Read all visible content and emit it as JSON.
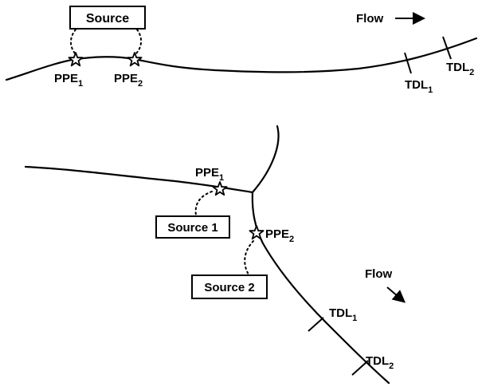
{
  "diagram_top": {
    "source_label": "Source",
    "flow_label": "Flow",
    "flow_arrow": "arrow-right-icon",
    "ppe1": {
      "base": "PPE",
      "sub": "1"
    },
    "ppe2": {
      "base": "PPE",
      "sub": "2"
    },
    "tdl1": {
      "base": "TDL",
      "sub": "1"
    },
    "tdl2": {
      "base": "TDL",
      "sub": "2"
    }
  },
  "diagram_bottom": {
    "source1_label": "Source 1",
    "source2_label": "Source 2",
    "flow_label": "Flow",
    "flow_arrow": "arrow-down-right-icon",
    "ppe1": {
      "base": "PPE",
      "sub": "1"
    },
    "ppe2": {
      "base": "PPE",
      "sub": "2"
    },
    "tdl1": {
      "base": "TDL",
      "sub": "1"
    },
    "tdl2": {
      "base": "TDL",
      "sub": "2"
    }
  }
}
